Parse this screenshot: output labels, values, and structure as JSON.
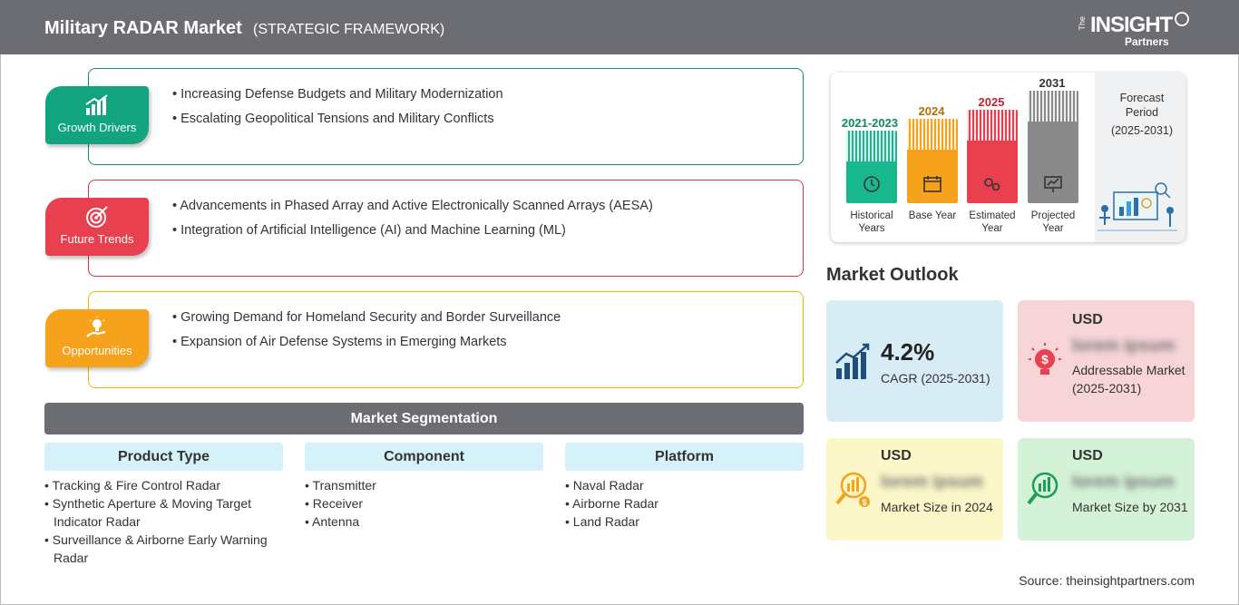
{
  "header": {
    "title": "Military RADAR Market",
    "subtitle": "(STRATEGIC FRAMEWORK)",
    "logo": {
      "the": "The",
      "insight": "INSIGHT",
      "partners": "Partners"
    }
  },
  "framework": [
    {
      "label": "Growth Drivers",
      "icon": "growth-chart-icon",
      "color": "#12a37f",
      "items": [
        "Increasing Defense Budgets and Military Modernization",
        "Escalating Geopolitical Tensions and Military Conflicts"
      ]
    },
    {
      "label": "Future Trends",
      "icon": "target-icon",
      "color": "#e8404f",
      "items": [
        "Advancements in Phased Array and Active Electronically Scanned Arrays (AESA)",
        "Integration of Artificial Intelligence (AI) and Machine Learning (ML)"
      ]
    },
    {
      "label": "Opportunities",
      "icon": "lightbulb-hand-icon",
      "color": "#f6a21c",
      "items": [
        "Growing Demand for Homeland Security and Border Surveillance",
        "Expansion of Air Defense Systems in Emerging Markets"
      ]
    }
  ],
  "segmentation": {
    "title": "Market Segmentation",
    "columns": [
      {
        "heading": "Product Type",
        "items": [
          "Tracking & Fire Control Radar",
          "Synthetic Aperture & Moving Target Indicator Radar",
          "Surveillance & Airborne Early Warning Radar"
        ]
      },
      {
        "heading": "Component",
        "items": [
          "Transmitter",
          "Receiver",
          "Antenna"
        ]
      },
      {
        "heading": "Platform",
        "items": [
          "Naval Radar",
          "Airborne Radar",
          "Land Radar"
        ]
      }
    ]
  },
  "timeline": {
    "bars": [
      {
        "year": "2021-2023",
        "caption": "Historical Years",
        "color": "#17b88d",
        "year_color": "#0f8a68",
        "icon": "history-clock-icon"
      },
      {
        "year": "2024",
        "caption": "Base Year",
        "color": "#f6a21c",
        "year_color": "#b36f00",
        "icon": "calendar-icon"
      },
      {
        "year": "2025",
        "caption": "Estimated Year",
        "color": "#e8404f",
        "year_color": "#c3202f",
        "icon": "estimate-gears-icon"
      },
      {
        "year": "2031",
        "caption": "Projected Year",
        "color": "#8a8a8a",
        "year_color": "#333333",
        "icon": "projection-board-icon"
      }
    ],
    "forecast": {
      "title": "Forecast Period",
      "range": "(2025-2031)"
    }
  },
  "outlook": {
    "title": "Market Outlook",
    "cagr": {
      "value": "4.2%",
      "label": "CAGR (2025-2031)"
    },
    "addressable": {
      "currency": "USD",
      "value": "lorem ipsum",
      "label": "Addressable Market (2025-2031)"
    },
    "size_2024": {
      "currency": "USD",
      "value": "lorem ipsum",
      "label": "Market Size in 2024"
    },
    "size_2031": {
      "currency": "USD",
      "value": "lorem ipsum",
      "label": "Market Size by 2031"
    }
  },
  "source": "Source: theinsightpartners.com"
}
